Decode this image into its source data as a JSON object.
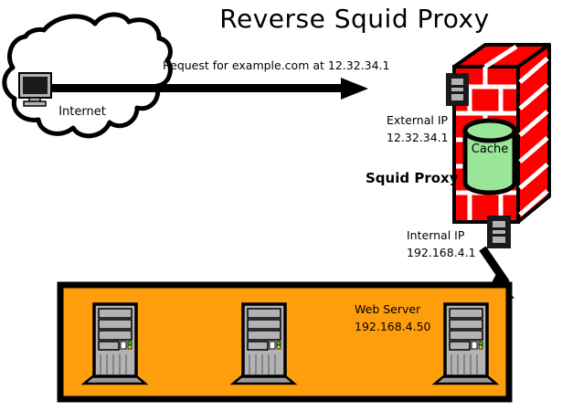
{
  "diagram": {
    "title": "Reverse Squid Proxy",
    "cloud": {
      "label": "Internet",
      "icon": "desktop-computer-icon"
    },
    "request": {
      "label": "Request for example.com at 12.32.34.1",
      "arrow": "right-arrow-icon"
    },
    "proxy": {
      "name": "Squid Proxy",
      "firewall_icon": "brick-firewall-icon",
      "external": {
        "label": "External IP",
        "value": "12.32.34.1",
        "connector_icon": "network-jack-icon"
      },
      "internal": {
        "label": "Internal IP",
        "value": "192.168.4.1",
        "connector_icon": "network-jack-icon"
      },
      "cache": {
        "label": "Cache",
        "icon": "database-cylinder-icon"
      },
      "downlink_arrow": "diagonal-down-arrow-icon"
    },
    "lan": {
      "web_server_label": "Web Server",
      "web_server_ip": "192.168.4.50",
      "servers": [
        {
          "name": "server-tower-1"
        },
        {
          "name": "server-tower-2"
        },
        {
          "name": "server-tower-3"
        }
      ]
    },
    "colors": {
      "firewall_red": "#ff0000",
      "lan_orange": "#ff9e0d",
      "cache_green": "#99e699",
      "server_gray": "#b3b3b3",
      "outline_black": "#000000",
      "mortar_white": "#ffffff"
    }
  }
}
